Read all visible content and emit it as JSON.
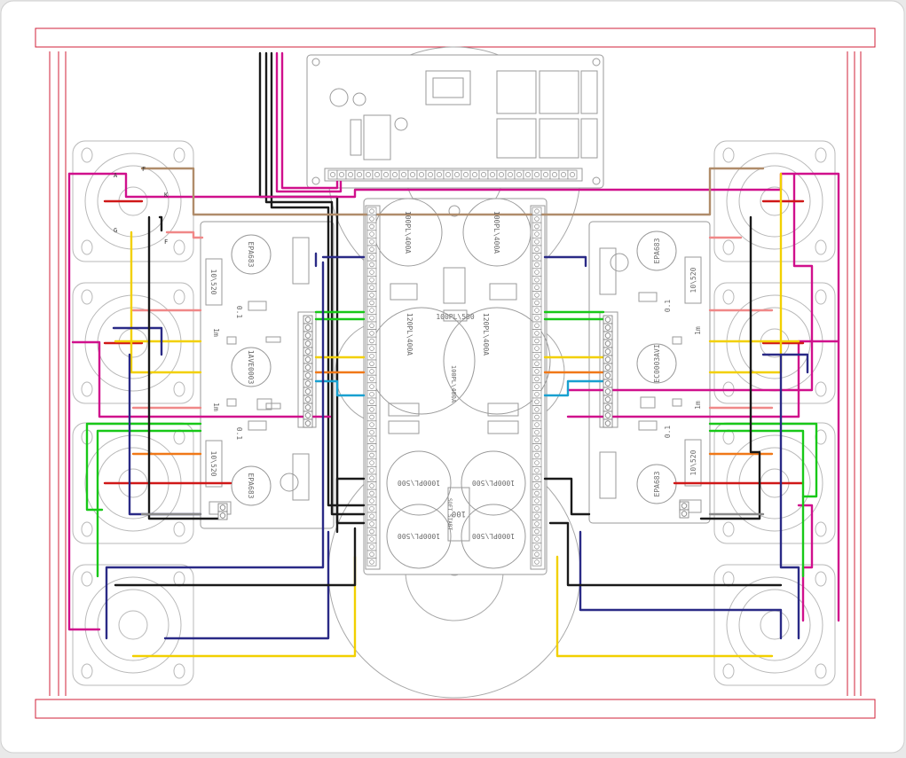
{
  "colors": {
    "chassis": "#d0203a",
    "board": "#9a9a9a",
    "magenta": "#d0108c",
    "black": "#1a1a1a",
    "navy": "#2a2a86",
    "yellow": "#f2d000",
    "red": "#d01818",
    "green": "#18c818",
    "tan": "#b08c6a",
    "orange": "#f07818",
    "cyan": "#18a0d0",
    "pink": "#f08888",
    "gray": "#8a8a8a"
  },
  "labels": {
    "left_amp": {
      "cap_top": "EPA683",
      "cap_mid": "1AVE0003",
      "cap_bot": "EPA683",
      "resistor_top": "10\\520",
      "resistor_bot": "10\\520",
      "val_a": "0.1",
      "val_b": "1m",
      "val_c": "1m",
      "val_d": "0.1"
    },
    "right_amp": {
      "cap_top": "EPA683",
      "cap_mid": "EC0003AVI",
      "cap_bot": "EPA683",
      "resistor_top": "10\\520",
      "resistor_bot": "10\\520",
      "val_a": "0.1",
      "val_b": "1m",
      "val_c": "1m",
      "val_d": "0.1"
    },
    "psu": {
      "cap_top_left": "100PL\\400A",
      "cap_top_right": "100PL\\400A",
      "cap_mid_left": "120PL\\400A",
      "cap_mid_right": "120PL\\400A",
      "cap_bl_top": "1000PL\\500",
      "cap_br_top": "1000PL\\500",
      "cap_bl_bot": "1000PL\\500",
      "cap_br_bot": "1000PL\\500",
      "bleed": "100PL\\500",
      "center_res": "100",
      "center_note": "SOFT START",
      "mid_strip": "100PL\\400A"
    },
    "tube_pins": [
      "A",
      "K",
      "G",
      "F",
      "F"
    ]
  }
}
